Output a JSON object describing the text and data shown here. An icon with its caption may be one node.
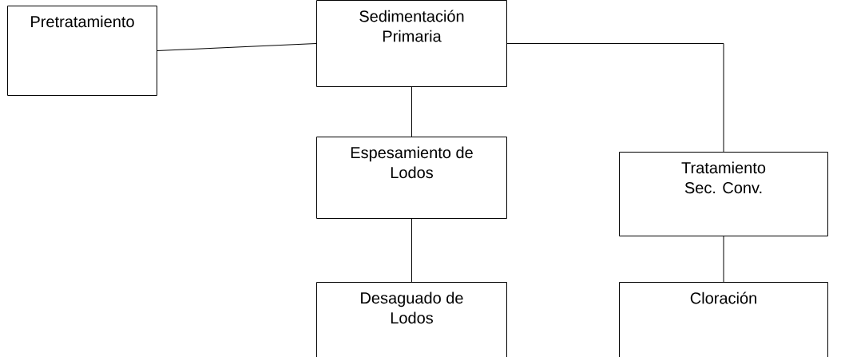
{
  "diagram": {
    "nodes": [
      {
        "text": [
          "Pretratamiento"
        ]
      },
      {
        "text": [
          "Sedimentación Primaria"
        ]
      },
      {
        "text": [
          "Espesamiento de Lodos"
        ]
      },
      {
        "text": [
          "Tratamiento Sec. Conv."
        ]
      },
      {
        "text": [
          "Desaguado de Lodos"
        ]
      },
      {
        "text": [
          "Cloración"
        ]
      }
    ],
    "edges": [
      {
        "from": 0,
        "to": 1,
        "arrow": "none"
      },
      {
        "from": 1,
        "to": 2,
        "arrow": "none"
      },
      {
        "from": 1,
        "to": 3,
        "arrow": "none"
      },
      {
        "from": 2,
        "to": 4,
        "arrow": "none"
      },
      {
        "from": 3,
        "to": 5,
        "arrow": "none"
      }
    ]
  }
}
